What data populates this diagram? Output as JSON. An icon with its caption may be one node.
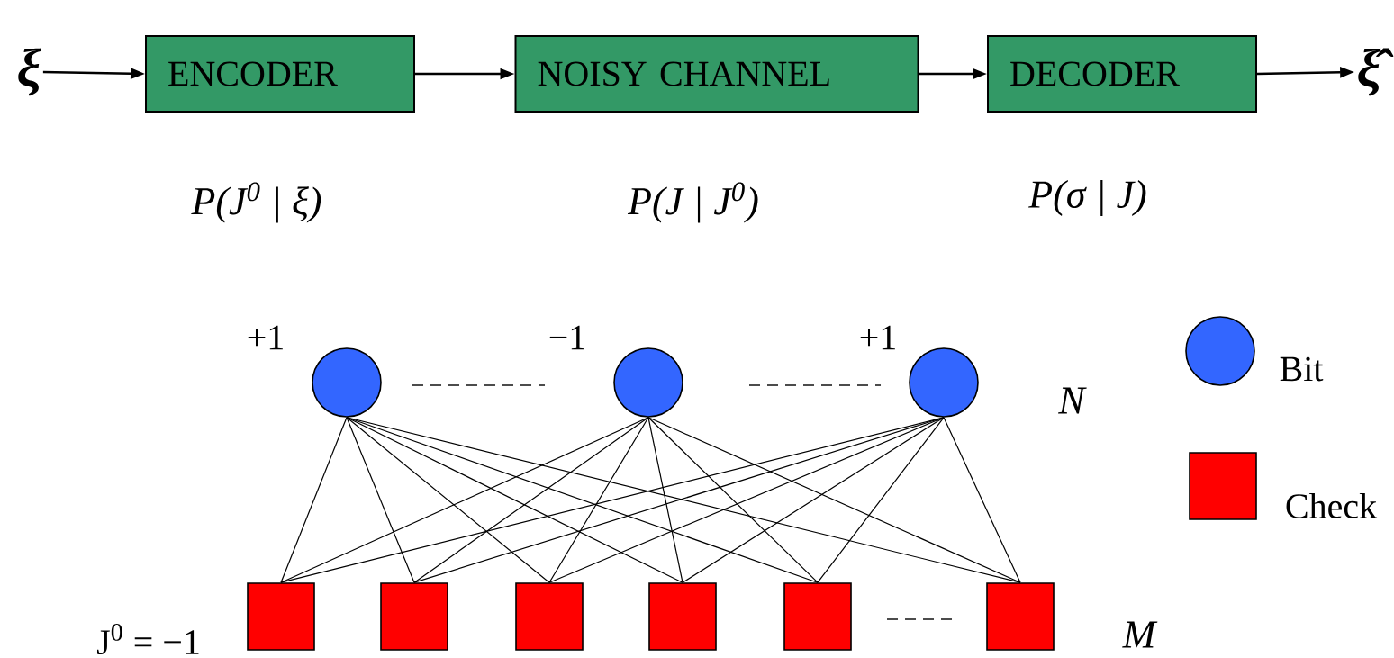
{
  "diagram": {
    "nodes": [
      {
        "text": [
          "ξ"
        ]
      },
      {
        "text": [
          "ENCODER"
        ]
      },
      {
        "text": [
          "NOISY CHANNEL"
        ]
      },
      {
        "text": [
          "DECODER"
        ]
      },
      {
        "text": [
          "ξ̂"
        ]
      },
      {
        "text": [],
        "shape": "circle",
        "beside": [
          "+1"
        ]
      },
      {
        "text": [],
        "shape": "circle",
        "beside": [
          "−1"
        ]
      },
      {
        "text": [],
        "shape": "circle",
        "beside": [
          "+1"
        ]
      },
      {
        "text": [],
        "shape": "box",
        "beside": [
          "J$^{0}$ = −1"
        ]
      },
      {
        "text": [],
        "shape": "box"
      },
      {
        "text": [],
        "shape": "box"
      },
      {
        "text": [],
        "shape": "box"
      },
      {
        "text": [],
        "shape": "box"
      },
      {
        "text": [],
        "shape": "box"
      }
    ],
    "edges": [
      {
        "from": 0,
        "to": 1,
        "arrow": "to"
      },
      {
        "from": 1,
        "to": 2,
        "arrow": "to"
      },
      {
        "from": 2,
        "to": 3,
        "arrow": "to"
      },
      {
        "from": 3,
        "to": 4,
        "arrow": "to"
      },
      {
        "from": 5,
        "to": 8,
        "arrow": "none"
      },
      {
        "from": 5,
        "to": 9,
        "arrow": "none"
      },
      {
        "from": 5,
        "to": 10,
        "arrow": "none"
      },
      {
        "from": 5,
        "to": 11,
        "arrow": "none"
      },
      {
        "from": 5,
        "to": 12,
        "arrow": "none"
      },
      {
        "from": 5,
        "to": 13,
        "arrow": "none"
      },
      {
        "from": 6,
        "to": 8,
        "arrow": "none"
      },
      {
        "from": 6,
        "to": 9,
        "arrow": "none"
      },
      {
        "from": 6,
        "to": 10,
        "arrow": "none"
      },
      {
        "from": 6,
        "to": 11,
        "arrow": "none"
      },
      {
        "from": 6,
        "to": 12,
        "arrow": "none"
      },
      {
        "from": 6,
        "to": 13,
        "arrow": "none"
      },
      {
        "from": 7,
        "to": 8,
        "arrow": "none"
      },
      {
        "from": 7,
        "to": 9,
        "arrow": "none"
      },
      {
        "from": 7,
        "to": 10,
        "arrow": "none"
      },
      {
        "from": 7,
        "to": 11,
        "arrow": "none"
      },
      {
        "from": 7,
        "to": 12,
        "arrow": "none"
      },
      {
        "from": 7,
        "to": 13,
        "arrow": "none"
      }
    ],
    "labels": [
      "P(J$^{0}$ | ξ)",
      "P(J | J$^{0}$)",
      "P(σ | J)",
      "N",
      "M"
    ],
    "legend": [
      {
        "text": "Bit"
      },
      {
        "text": "Check"
      }
    ]
  }
}
